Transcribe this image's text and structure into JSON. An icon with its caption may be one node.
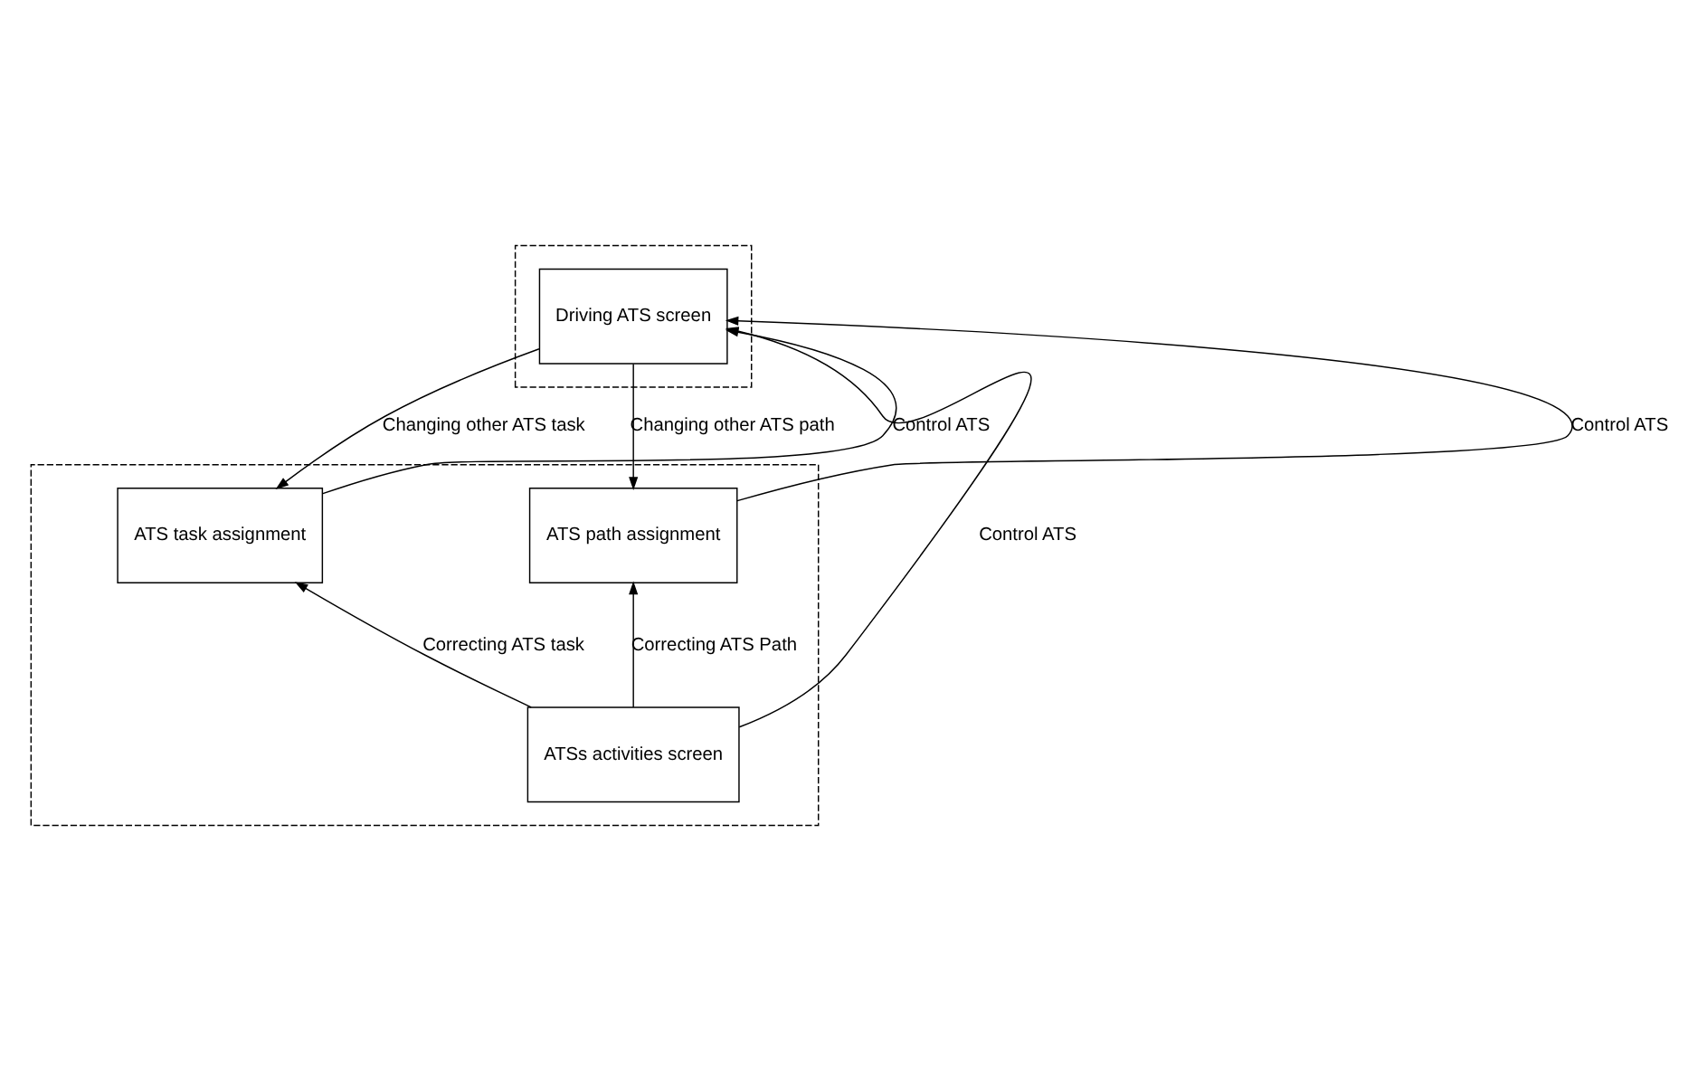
{
  "diagram": {
    "nodes": [
      {
        "text": [],
        "shape": "box"
      },
      {
        "text": [
          "Driving ATS screen"
        ],
        "in": 0
      },
      {
        "text": [],
        "shape": "box"
      },
      {
        "text": [
          "ATS task assignment"
        ],
        "in": 2
      },
      {
        "text": [
          "ATS path assignment"
        ],
        "in": 2
      },
      {
        "text": [
          "ATSs activities screen"
        ],
        "in": 2
      }
    ],
    "edges": [
      {
        "from": 3,
        "to": 1,
        "arrow": "to",
        "label": "Control ATS"
      },
      {
        "from": 4,
        "to": 1,
        "arrow": "to",
        "label": "Control ATS"
      },
      {
        "from": 1,
        "to": 3,
        "arrow": "to",
        "label": "Changing other ATS task"
      },
      {
        "from": 1,
        "to": 4,
        "arrow": "to",
        "label": "Changing other ATS path"
      },
      {
        "from": 5,
        "to": 1,
        "arrow": "to",
        "label": "Control ATS"
      },
      {
        "from": 5,
        "to": 3,
        "arrow": "to",
        "label": "Correcting ATS task"
      },
      {
        "from": 5,
        "to": 4,
        "arrow": "to",
        "label": "Correcting ATS Path"
      }
    ]
  }
}
